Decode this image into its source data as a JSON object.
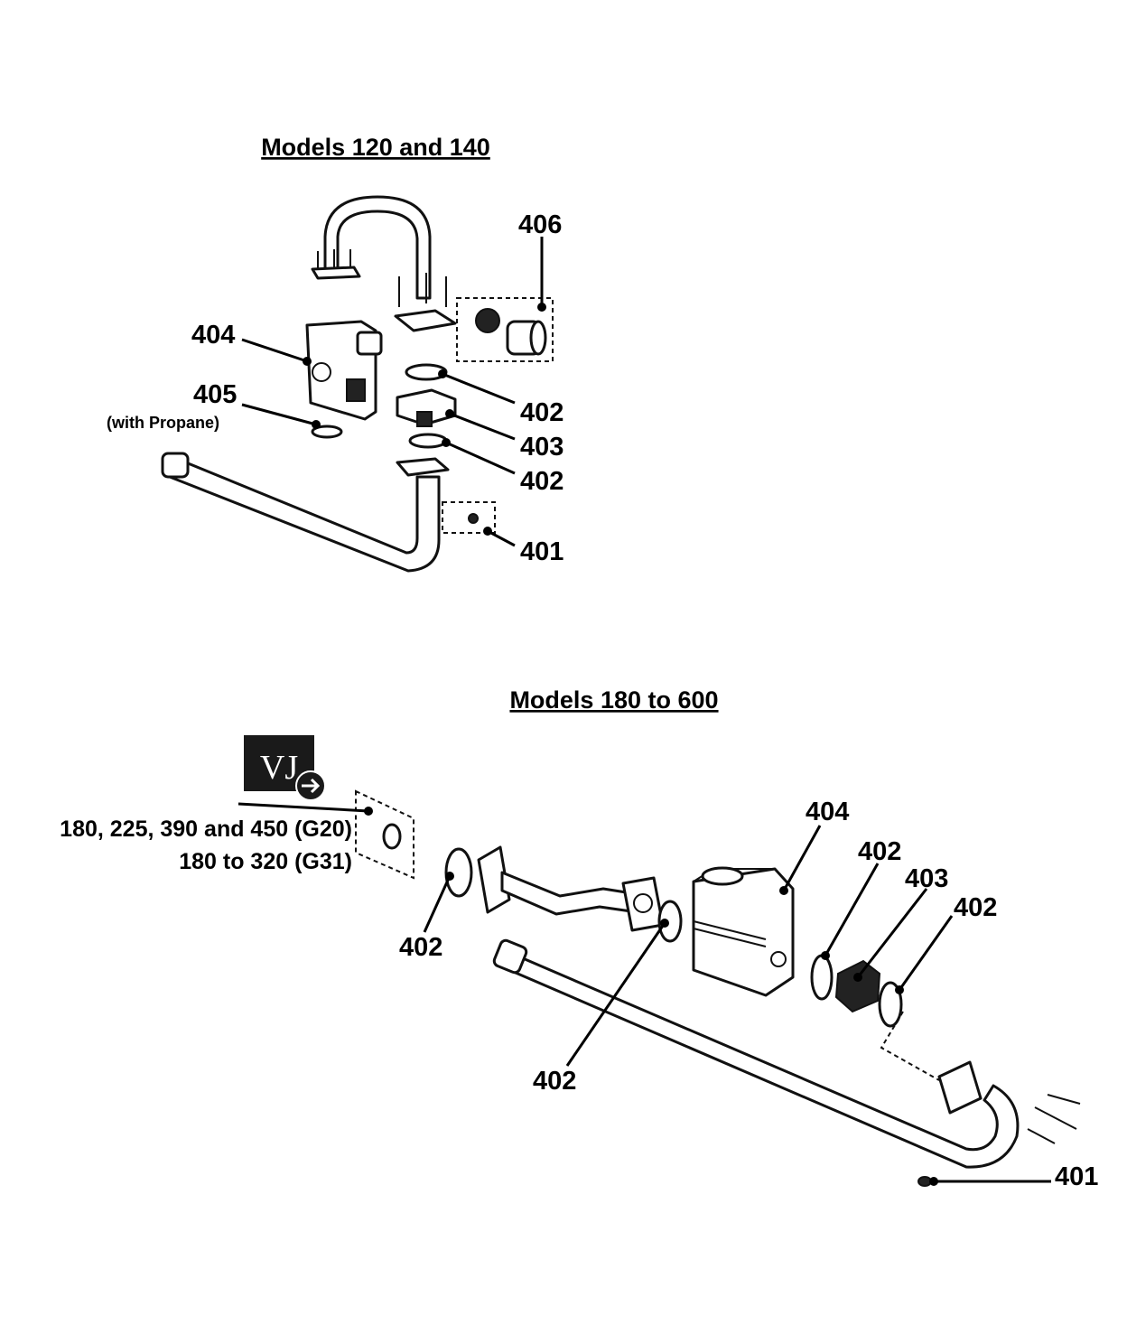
{
  "top": {
    "title": "Models 120 and 140",
    "callouts": {
      "c406": "406",
      "c404": "404",
      "c405": "405",
      "c405_note": "(with Propane)",
      "c402a": "402",
      "c403": "403",
      "c402b": "402",
      "c401": "401"
    }
  },
  "bottom": {
    "title": "Models 180 to 600",
    "badge_text": "VJ",
    "arrow_icon": "right-arrow-circle-icon",
    "model_line1": "180, 225, 390 and 450 (G20)",
    "model_line2": "180 to 320 (G31)",
    "callouts": {
      "c402_left": "402",
      "c402_mid": "402",
      "c404": "404",
      "c402_r1": "402",
      "c403": "403",
      "c402_r2": "402",
      "c401": "401"
    }
  }
}
